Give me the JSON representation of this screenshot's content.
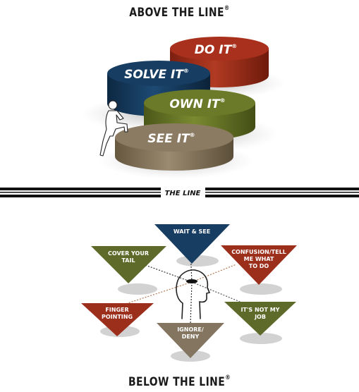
{
  "above": {
    "title": "ABOVE THE LINE",
    "reg": "®"
  },
  "steps": [
    {
      "label": "DO IT",
      "reg": "®",
      "color": "#a8301c"
    },
    {
      "label": "SOLVE IT",
      "reg": "®",
      "color": "#173d62"
    },
    {
      "label": "OWN IT",
      "reg": "®",
      "color": "#6a7a28"
    },
    {
      "label": "SEE IT",
      "reg": "®",
      "color": "#8c7b63"
    }
  ],
  "line": {
    "label": "THE LINE"
  },
  "behaviors": [
    {
      "lines": [
        "WAIT & SEE"
      ],
      "color": "#173d62"
    },
    {
      "lines": [
        "COVER YOUR",
        "TAIL"
      ],
      "color": "#5e6a2a"
    },
    {
      "lines": [
        "CONFUSION/TELL",
        "ME WHAT",
        "TO DO"
      ],
      "color": "#9c2e1c"
    },
    {
      "lines": [
        "FINGER",
        "POINTING"
      ],
      "color": "#9c2e1c"
    },
    {
      "lines": [
        "IT'S NOT MY",
        "JOB"
      ],
      "color": "#5e6a2a"
    },
    {
      "lines": [
        "IGNORE/",
        "DENY"
      ],
      "color": "#847560"
    }
  ],
  "below": {
    "title": "BELOW THE LINE",
    "reg": "®"
  }
}
